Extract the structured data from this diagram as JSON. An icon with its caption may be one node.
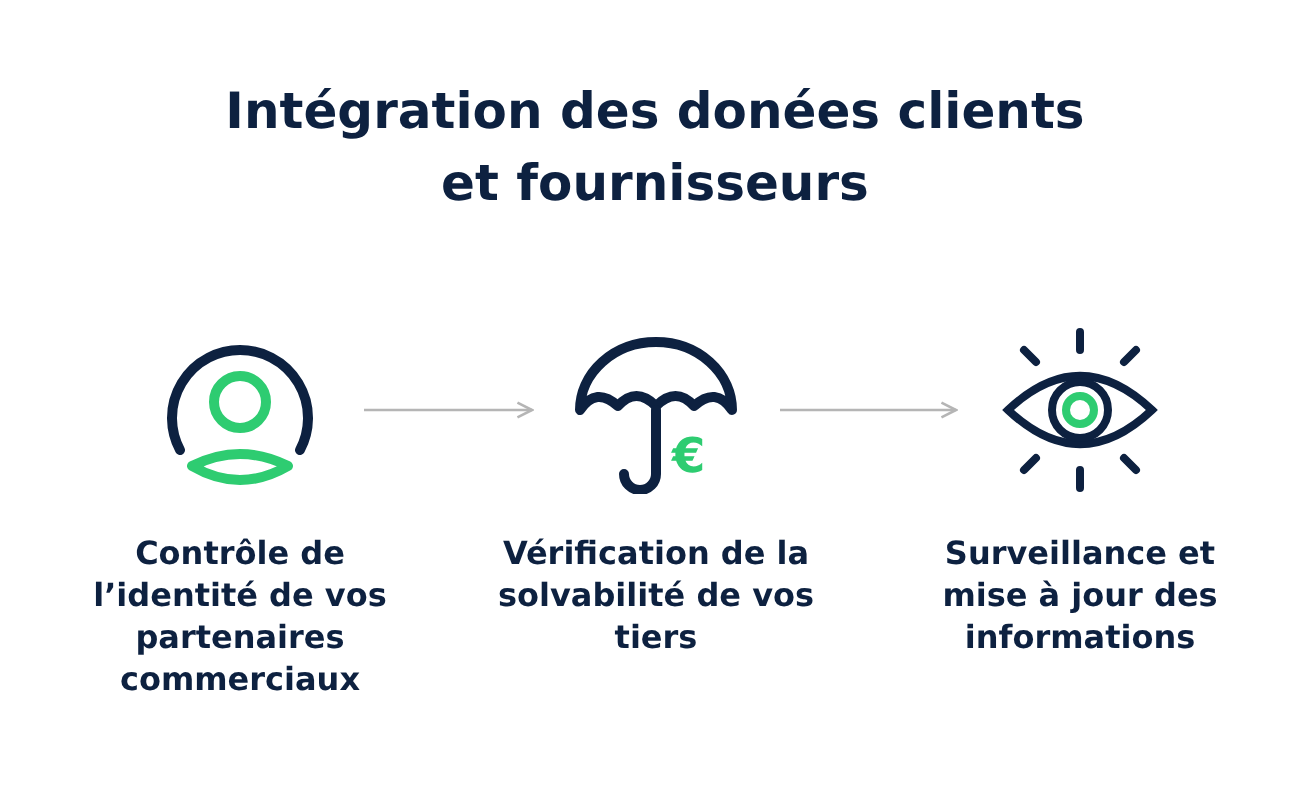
{
  "diagram": {
    "title": "Intégration des donées clients et fournisseurs",
    "nodes": [
      {
        "text": [],
        "shape": "person",
        "beside": [
          "Contrôle de l’identité de vos partenaires commerciaux"
        ]
      },
      {
        "text": [],
        "shape": "umbrella",
        "beside": [
          "Vérification de la solvabilité de vos tiers"
        ]
      },
      {
        "text": [],
        "shape": "eye",
        "beside": [
          "Surveillance et mise à jour des informations"
        ]
      }
    ],
    "edges": [
      {
        "from": 0,
        "to": 1,
        "arrow": "to"
      },
      {
        "from": 1,
        "to": 2,
        "arrow": "to"
      }
    ],
    "labels": [
      "€"
    ]
  }
}
